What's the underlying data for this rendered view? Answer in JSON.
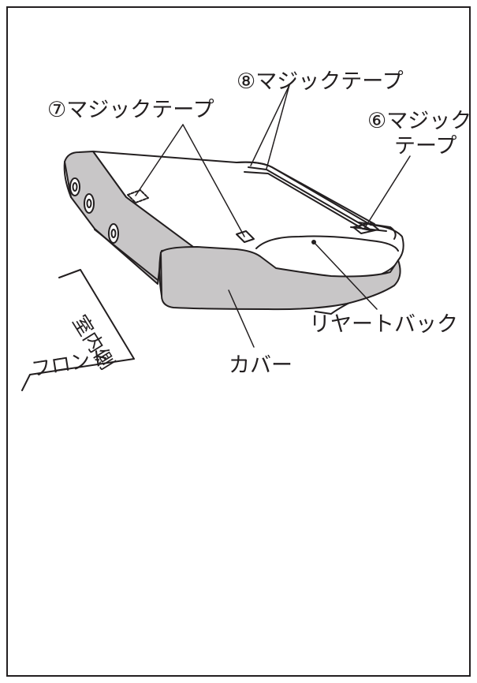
{
  "labels": {
    "tape8": "⑧マジックテープ",
    "tape7": "⑦マジックテープ",
    "tape6_line1": "⑥マジック",
    "tape6_line2": "テープ",
    "rear_back": "リヤートバック",
    "cover": "カバー"
  },
  "direction": {
    "indoor": "室内側",
    "front": "フロント"
  },
  "colors": {
    "line": "#231f20",
    "cover_fill": "#c8c6c7",
    "body_fill": "#ffffff"
  }
}
